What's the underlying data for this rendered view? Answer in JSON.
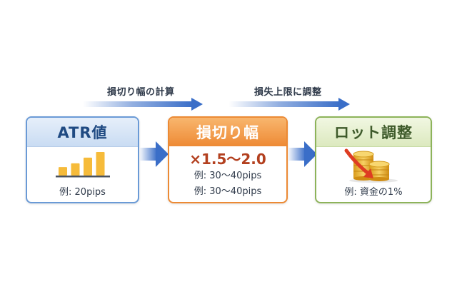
{
  "flow_labels": {
    "first": "損切り幅の計算",
    "second": "損失上限に調整"
  },
  "steps": [
    {
      "title": "ATR値",
      "icon": "bar-chart-icon",
      "example": "例: 20pips",
      "bar_chart_relative_heights": [
        0.36,
        0.52,
        0.76,
        1.0
      ]
    },
    {
      "title": "損切り幅",
      "multiplier": "×1.5〜2.0",
      "examples": [
        "例: 30〜40pips",
        "例: 30〜40pips"
      ]
    },
    {
      "title": "ロット調整",
      "icon": "coins-down-arrow-icon",
      "example": "例: 資金の1%"
    }
  ],
  "colors": {
    "blue": "#3a6ec8",
    "orange": "#ee8a35",
    "green": "#8db35a",
    "bar_yellow": "#f6bb3a",
    "multiplier_red": "#b3401f"
  }
}
